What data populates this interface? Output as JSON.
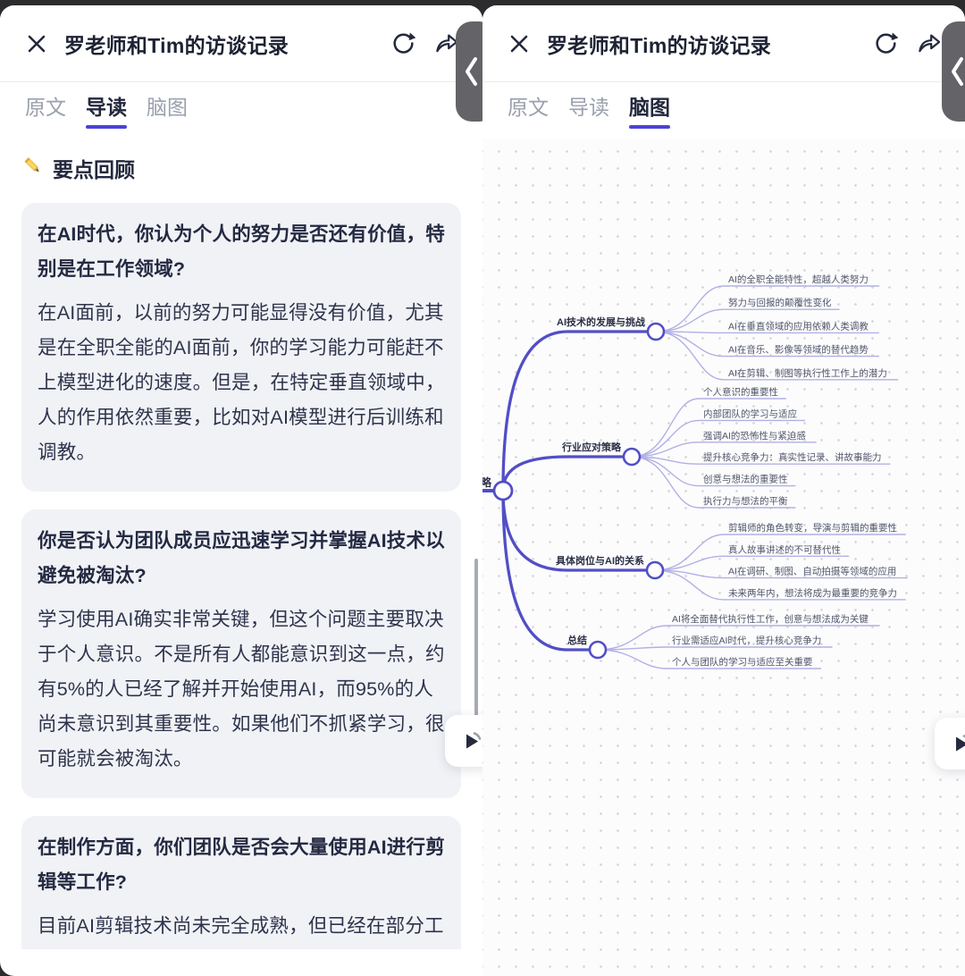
{
  "header": {
    "title": "罗老师和Tim的访谈记录",
    "icons": {
      "close": "✕",
      "refresh": "⟳",
      "share_forward": "↪",
      "drawer_chevron": "‹",
      "play": "▶"
    }
  },
  "tabs": [
    "原文",
    "导读",
    "脑图"
  ],
  "left_panel": {
    "active_tab": "导读",
    "section_header": {
      "icon": "pencil-emoji",
      "label": "要点回顾"
    },
    "cards": [
      {
        "question": "在AI时代，你认为个人的努力是否还有价值，特\n别是在工作领域?",
        "answer": "在AI面前，以前的努力可能显得没有价值，尤其\n是在全职全能的AI面前，你的学习能力可能赶不\n上模型进化的速度。但是，在特定垂直领域中，\n人的作用依然重要，比如对AI模型进行后训练和\n调教。"
      },
      {
        "question": "你是否认为团队成员应迅速学习并掌握AI技术以\n避免被淘汰?",
        "answer": "学习使用AI确实非常关键，但这个问题主要取决\n于个人意识。不是所有人都能意识到这一点，约\n有5%的人已经了解并开始使用AI，而95%的人\n尚未意识到其重要性。如果他们不抓紧学习，很\n可能就会被淘汰。"
      },
      {
        "question": "在制作方面，你们团队是否会大量使用AI进行剪\n辑等工作?",
        "answer": "目前AI剪辑技术尚未完全成熟，但已经在部分工\n作中尝试应用，如自动剪辑、字幕生成等。"
      }
    ]
  },
  "right_panel": {
    "active_tab": "脑图",
    "mindmap": {
      "root_label": "略",
      "branches": [
        {
          "label": "AI技术的发展与挑战",
          "children": [
            "AI的全职全能特性，超越人类努力",
            "努力与回报的颠覆性变化",
            "AI在垂直领域的应用依赖人类调教",
            "AI在音乐、影像等领域的替代趋势",
            "AI在剪辑、制图等执行性工作上的潜力"
          ]
        },
        {
          "label": "行业应对策略",
          "children": [
            "个人意识的重要性",
            "内部团队的学习与适应",
            "强调AI的恐怖性与紧迫感",
            "提升核心竞争力：真实性记录、讲故事能力",
            "创意与想法的重要性",
            "执行力与想法的平衡"
          ]
        },
        {
          "label": "具体岗位与AI的关系",
          "children": [
            "剪辑师的角色转变，导演与剪辑的重要性",
            "真人故事讲述的不可替代性",
            "AI在调研、制图、自动拍摄等领域的应用",
            "未来两年内，想法将成为最重要的竞争力"
          ]
        },
        {
          "label": "总结",
          "children": [
            "AI将全面替代执行性工作，创意与想法成为关键",
            "行业需适应AI时代，提升核心竞争力",
            "个人与团队的学习与适应至关重要"
          ]
        }
      ]
    }
  },
  "colors": {
    "accent": "#4b43d8",
    "map_line": "#524ec6",
    "map_line_light": "#b2b0e4",
    "branch_text": "#2a2f45",
    "child_text": "#50566a",
    "header_text": "#1d2233"
  }
}
